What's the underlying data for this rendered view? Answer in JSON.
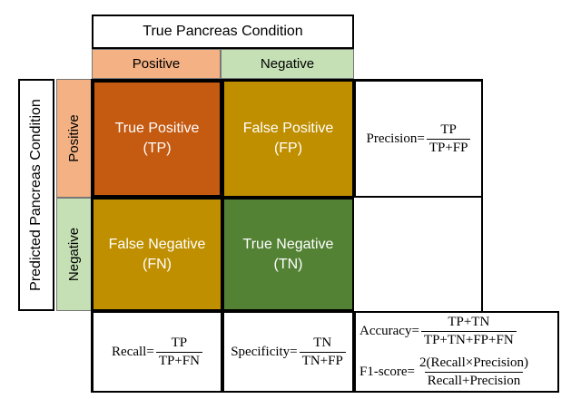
{
  "header": {
    "true_condition": "True Pancreas Condition",
    "positive": "Positive",
    "negative": "Negative"
  },
  "side": {
    "predicted_condition": "Predicted Pancreas Condition",
    "positive": "Positive",
    "negative": "Negative"
  },
  "matrix": {
    "tp_name": "True Positive",
    "tp_abbr": "(TP)",
    "fp_name": "False Positive",
    "fp_abbr": "(FP)",
    "fn_name": "False Negative",
    "fn_abbr": "(FN)",
    "tn_name": "True Negative",
    "tn_abbr": "(TN)"
  },
  "metrics": {
    "precision": {
      "label": "Precision=",
      "numerator": "TP",
      "denominator": "TP+FP"
    },
    "recall": {
      "label": "Recall=",
      "numerator": "TP",
      "denominator": "TP+FN"
    },
    "specificity": {
      "label": "Specificity=",
      "numerator": "TN",
      "denominator": "TN+FP"
    },
    "accuracy": {
      "label": "Accuracy=",
      "numerator": "TP+TN",
      "denominator": "TP+TN+FP+FN"
    },
    "f1": {
      "label": "F1-score=",
      "numerator": "2(Recall×Precision)",
      "denominator": "Recall+Precision"
    }
  },
  "colors": {
    "tp": "#c55a11",
    "fp_fn": "#bf8f00",
    "tn": "#548235",
    "positive_header": "#f4b183",
    "negative_header": "#c5e0b4"
  }
}
